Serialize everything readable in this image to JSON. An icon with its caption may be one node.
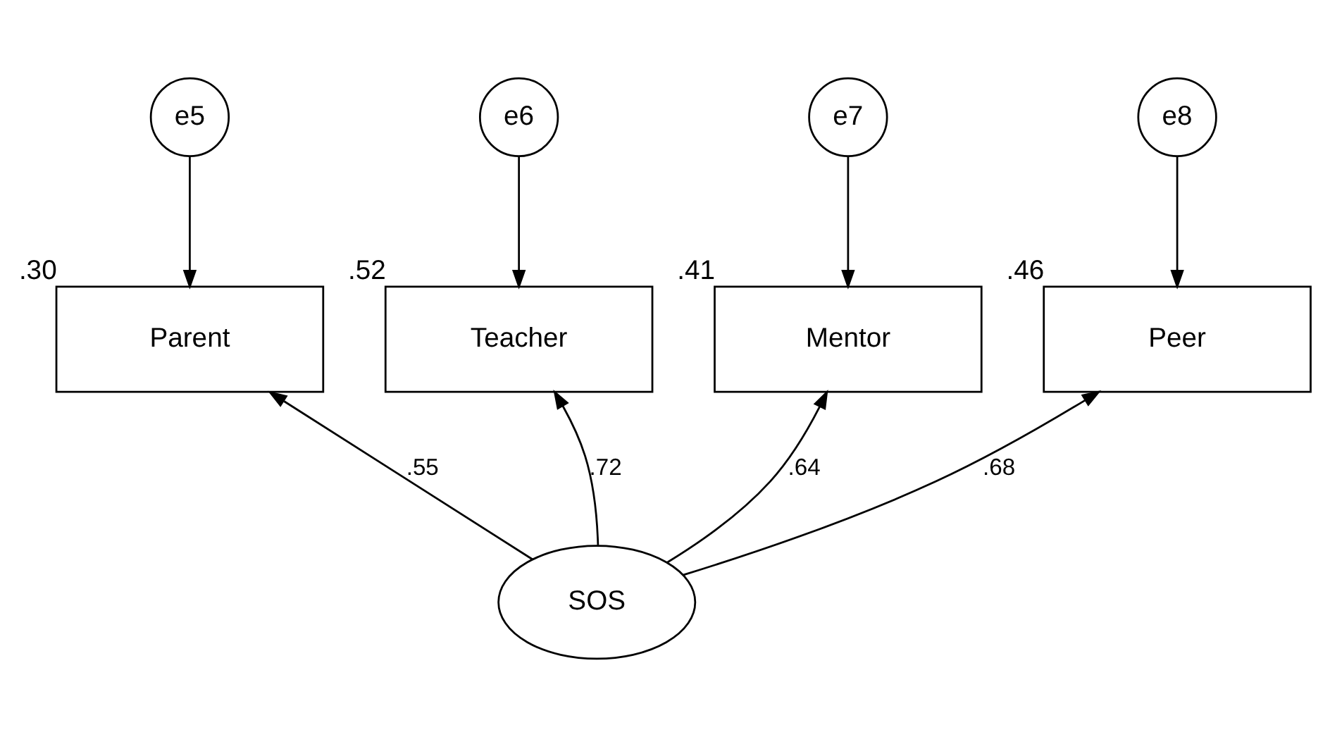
{
  "diagram": {
    "nodes": [
      {
        "text": [
          "e5"
        ]
      },
      {
        "text": [
          "e6"
        ]
      },
      {
        "text": [
          "e7"
        ]
      },
      {
        "text": [
          "e8"
        ]
      },
      {
        "text": [
          "Parent"
        ],
        "beside": [
          ".30"
        ]
      },
      {
        "text": [
          "Teacher"
        ],
        "beside": [
          ".52"
        ]
      },
      {
        "text": [
          "Mentor"
        ],
        "beside": [
          ".41"
        ]
      },
      {
        "text": [
          "Peer"
        ],
        "beside": [
          ".46"
        ]
      },
      {
        "text": [
          "SOS"
        ]
      }
    ],
    "edges": [
      {
        "from": 0,
        "to": 4,
        "arrow": "to"
      },
      {
        "from": 1,
        "to": 5,
        "arrow": "to"
      },
      {
        "from": 2,
        "to": 6,
        "arrow": "to"
      },
      {
        "from": 3,
        "to": 7,
        "arrow": "to"
      },
      {
        "from": 8,
        "to": 4,
        "arrow": "to",
        "label": ".55"
      },
      {
        "from": 8,
        "to": 5,
        "arrow": "to",
        "label": ".72"
      },
      {
        "from": 8,
        "to": 6,
        "arrow": "to",
        "label": ".64"
      },
      {
        "from": 8,
        "to": 7,
        "arrow": "to",
        "label": ".68"
      }
    ]
  }
}
